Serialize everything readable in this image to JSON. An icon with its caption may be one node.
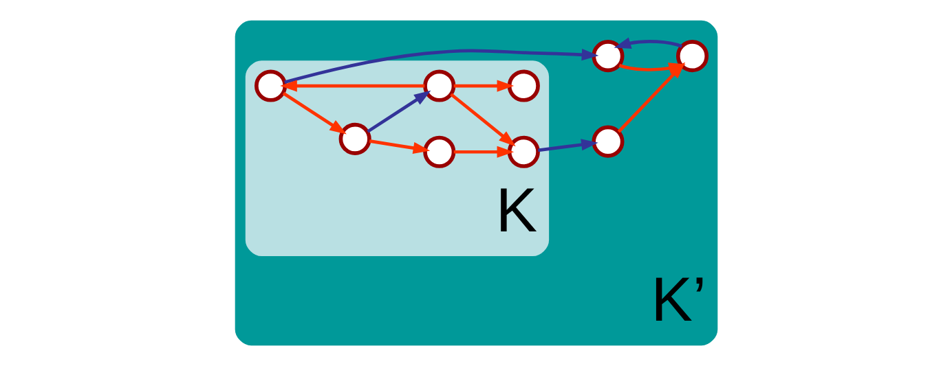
{
  "diagram": {
    "nodes": [
      {
        "text": [
          "K’"
        ]
      },
      {
        "text": [
          "K"
        ],
        "in": 0
      },
      {
        "text": [],
        "shape": "circle",
        "in": 0
      },
      {
        "text": [],
        "shape": "circle",
        "in": 1
      },
      {
        "text": [],
        "shape": "circle",
        "in": 1
      },
      {
        "text": [],
        "shape": "circle",
        "in": 1
      },
      {
        "text": [],
        "shape": "circle",
        "in": 1
      },
      {
        "text": [],
        "shape": "circle",
        "in": 1
      },
      {
        "text": [],
        "shape": "circle",
        "in": 0
      },
      {
        "text": [],
        "shape": "circle",
        "in": 1
      },
      {
        "text": [],
        "shape": "circle",
        "in": 0
      }
    ],
    "edges": [
      {
        "from": 3,
        "to": 4,
        "arrow": "to"
      },
      {
        "from": 4,
        "to": 5,
        "arrow": "to",
        "color": "#333399"
      },
      {
        "from": 4,
        "to": 7,
        "arrow": "to"
      },
      {
        "from": 5,
        "to": 3,
        "arrow": "to"
      },
      {
        "from": 5,
        "to": 6,
        "arrow": "to"
      },
      {
        "from": 5,
        "to": 9,
        "arrow": "to"
      },
      {
        "from": 7,
        "to": 9,
        "arrow": "to"
      },
      {
        "from": 9,
        "to": 10,
        "arrow": "to",
        "color": "#333399"
      },
      {
        "from": 10,
        "to": 8,
        "arrow": "to"
      },
      {
        "from": 8,
        "to": 2,
        "arrow": "to",
        "color": "#333399"
      },
      {
        "from": 2,
        "to": 8,
        "arrow": "to"
      },
      {
        "from": 3,
        "to": 2,
        "arrow": "to",
        "color": "#333399"
      }
    ]
  }
}
